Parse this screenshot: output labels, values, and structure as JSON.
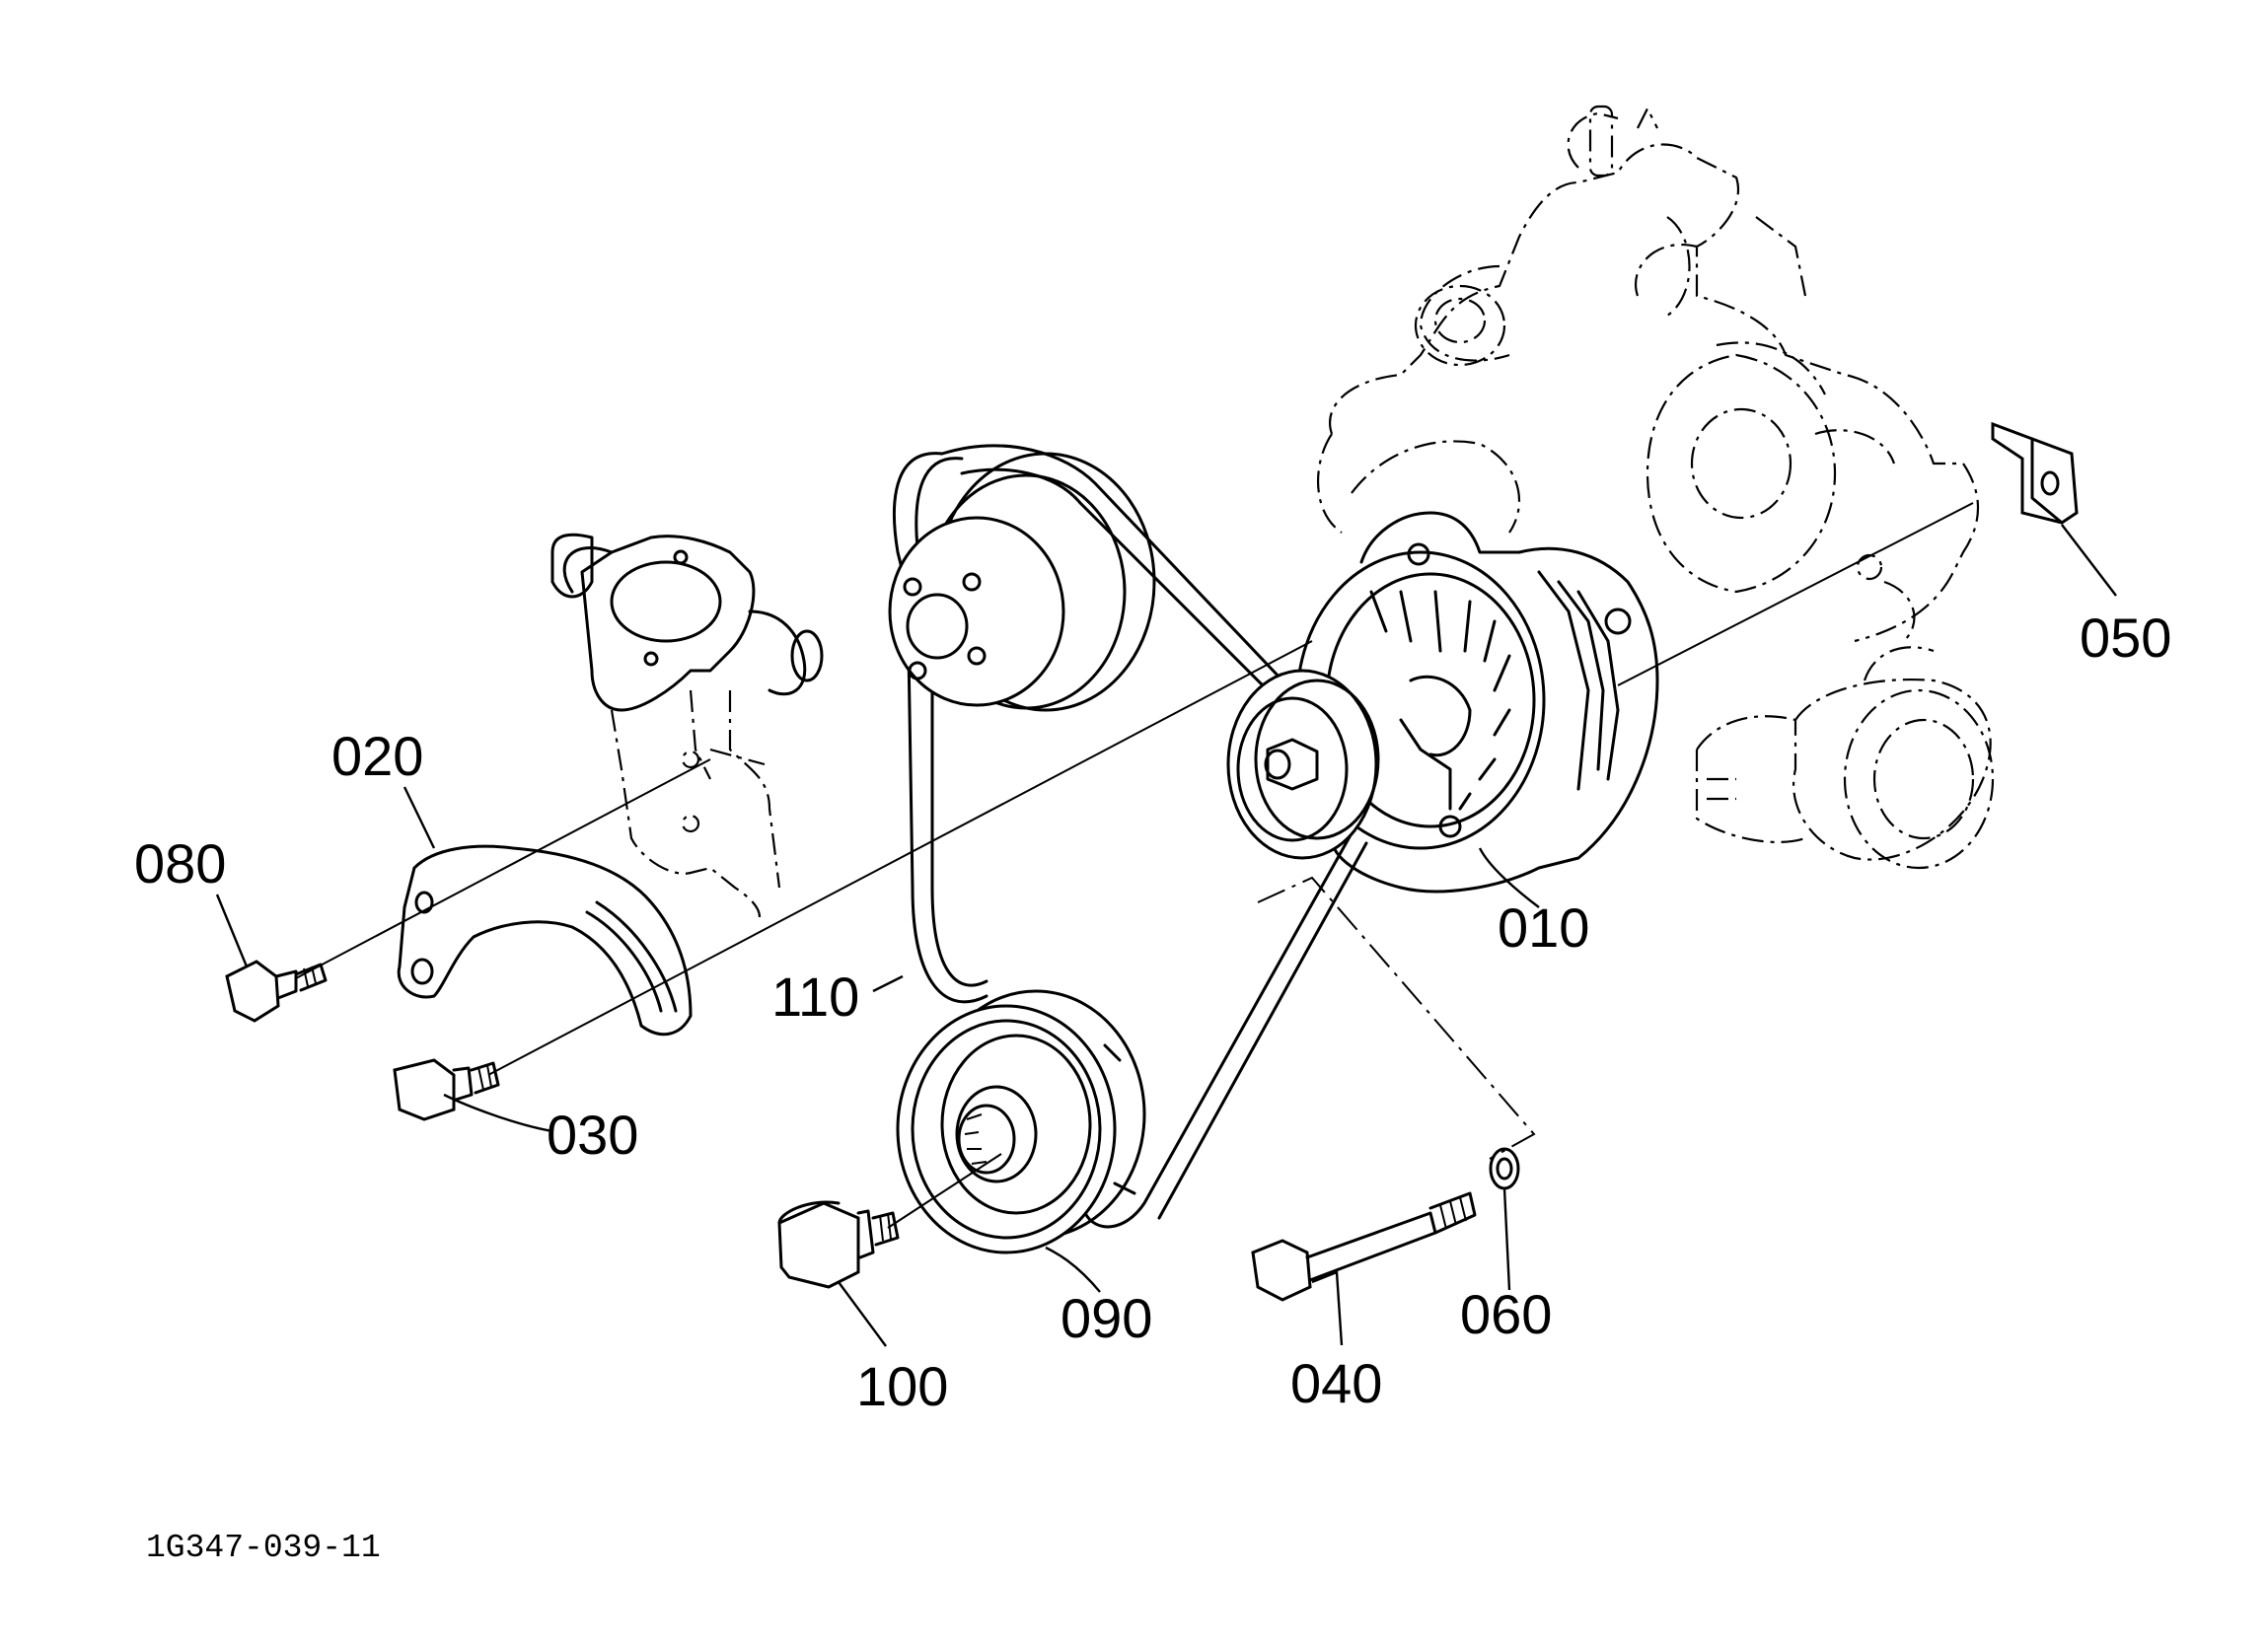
{
  "diagram": {
    "drawing_code": "1G347-039-11",
    "callouts": {
      "p010": "010",
      "p020": "020",
      "p030": "030",
      "p040": "040",
      "p050": "050",
      "p060": "060",
      "p080": "080",
      "p090": "090",
      "p100": "100",
      "p110": "110"
    }
  }
}
